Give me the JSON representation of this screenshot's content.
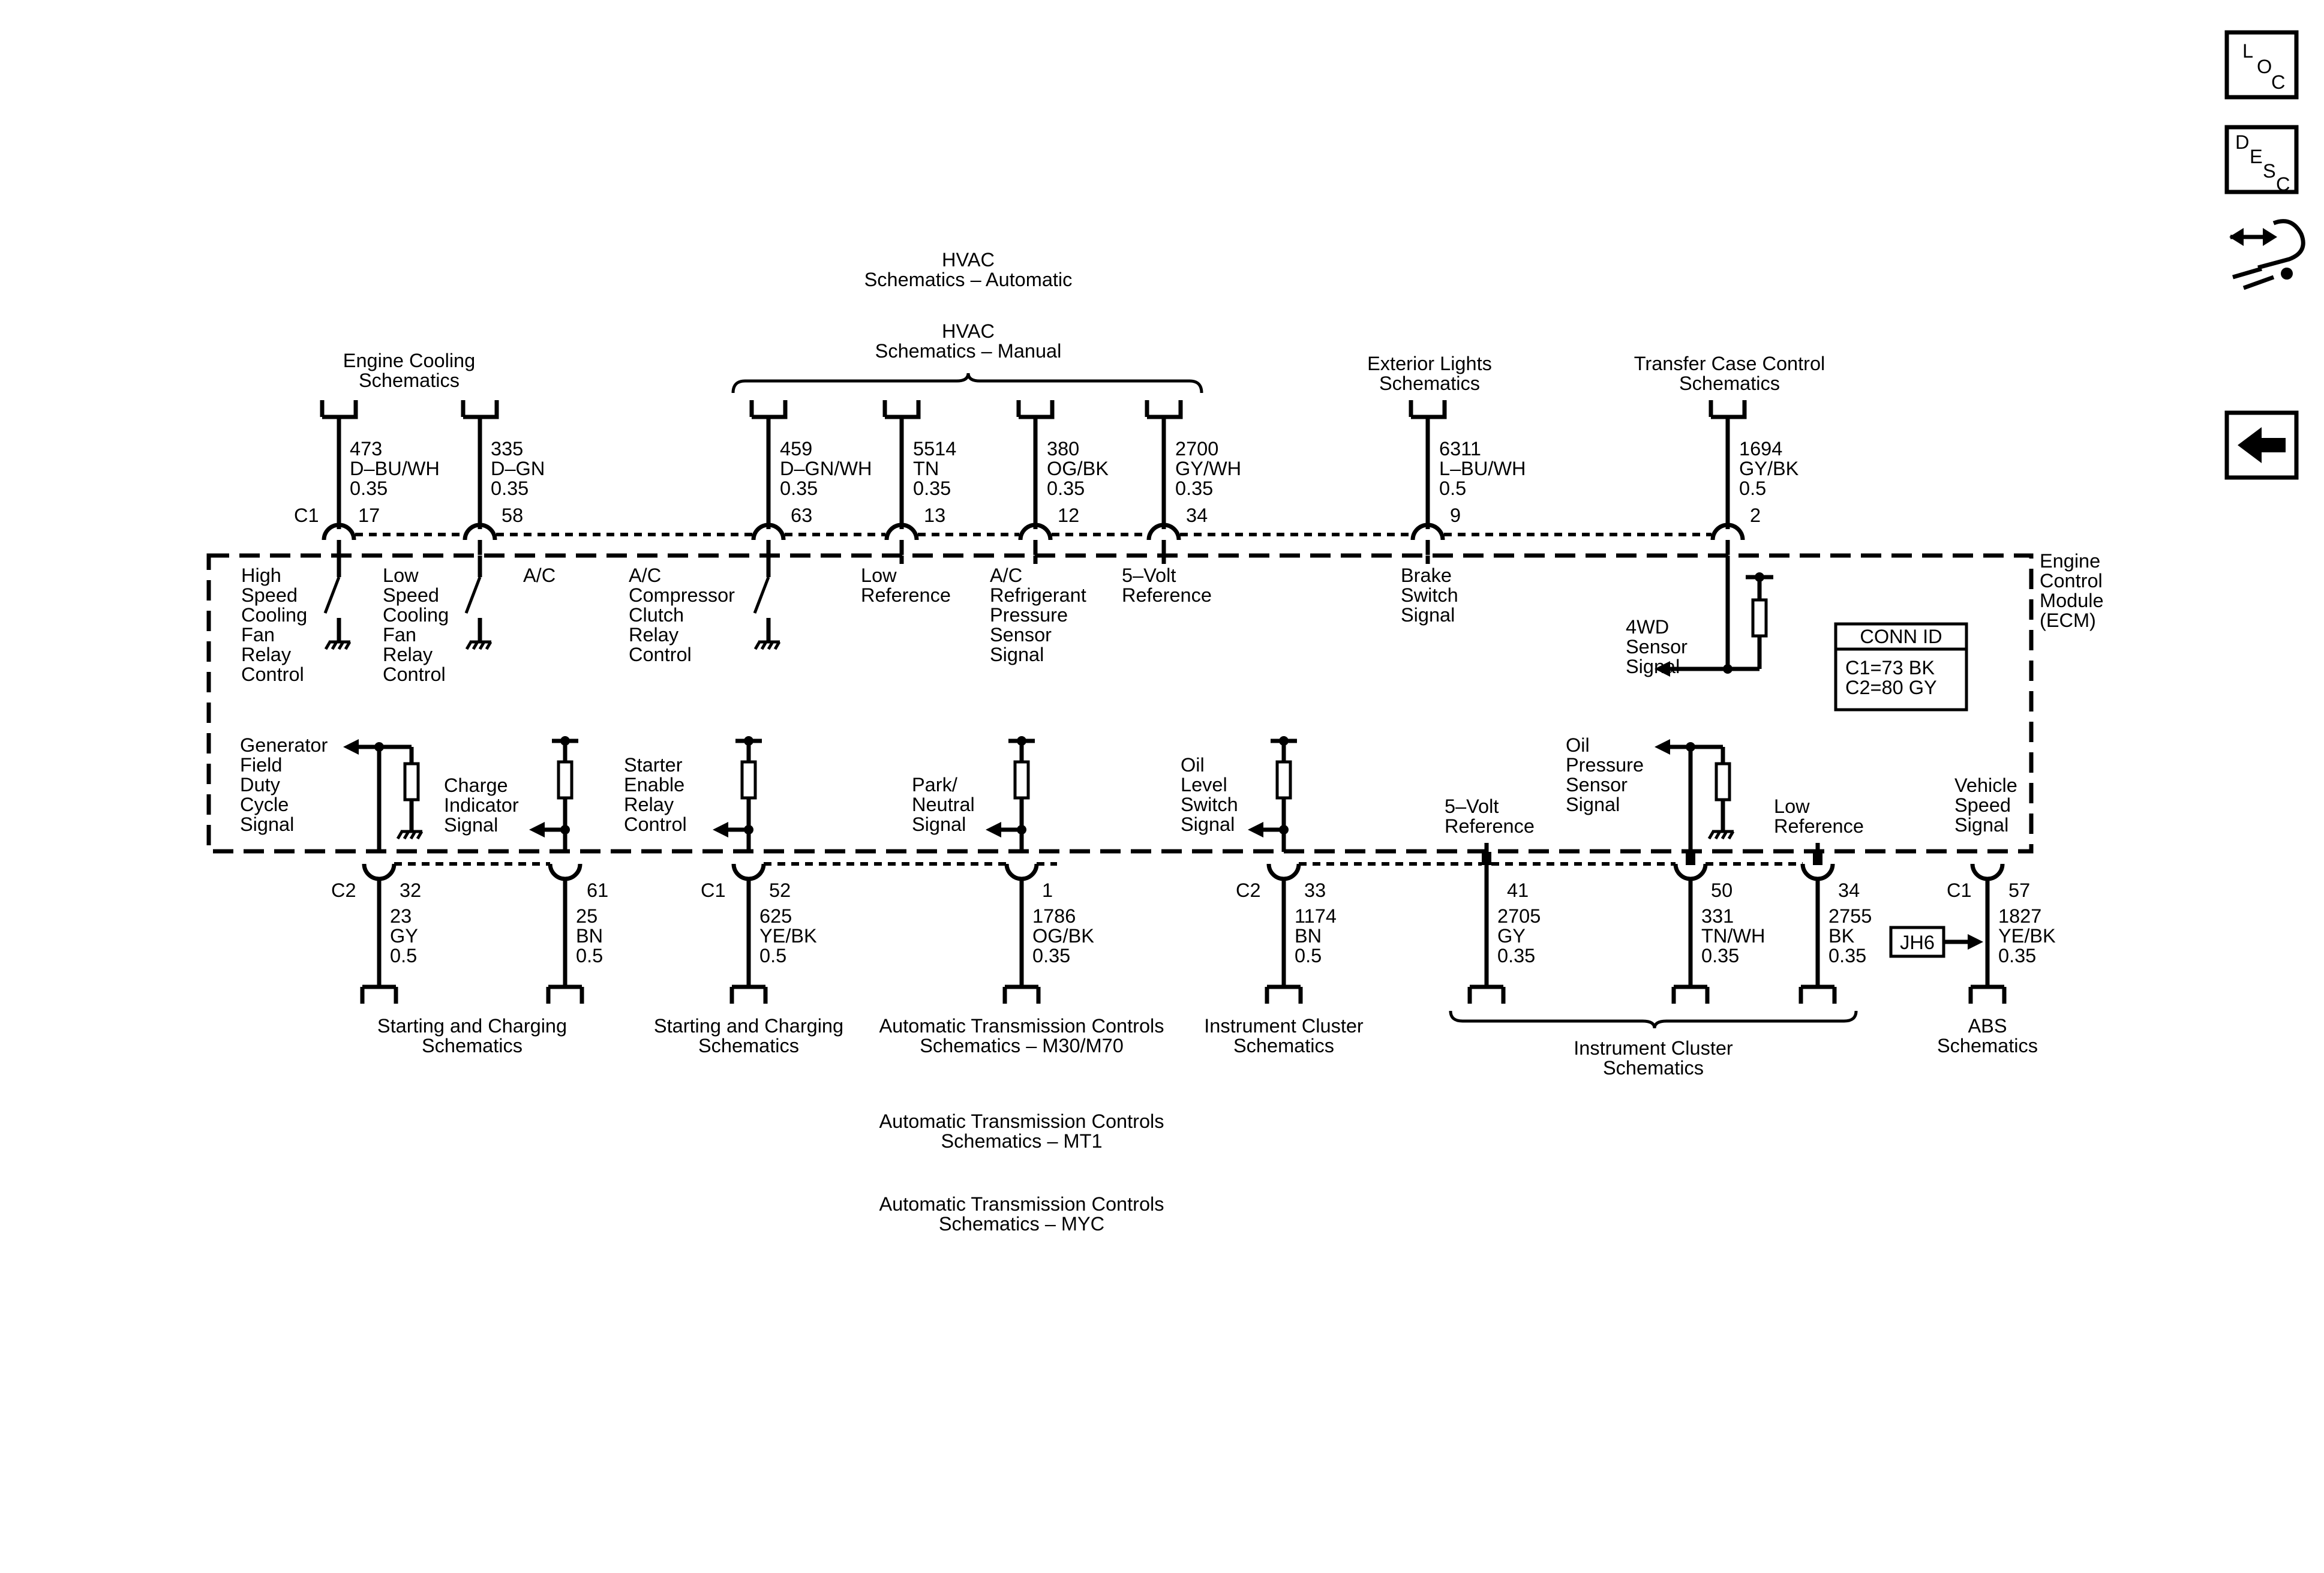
{
  "nav": {
    "loc": [
      "L",
      "O",
      "C"
    ],
    "desc": [
      "D",
      "E",
      "S",
      "C"
    ],
    "conn_icon": "connector-icon",
    "back_icon": "back-arrow-icon"
  },
  "ecm": {
    "label": [
      "Engine",
      "Control",
      "Module",
      "(ECM)"
    ],
    "conn_id": {
      "title": "CONN ID",
      "lines": [
        "C1=73 BK",
        "C2=80 GY"
      ]
    }
  },
  "top_groups": [
    {
      "id": "engine-cooling",
      "lines": [
        "Engine Cooling",
        "Schematics"
      ]
    },
    {
      "id": "hvac-auto",
      "lines": [
        "HVAC",
        "Schematics – Automatic"
      ]
    },
    {
      "id": "hvac-manual",
      "lines": [
        "HVAC",
        "Schematics – Manual"
      ]
    },
    {
      "id": "exterior-lights",
      "lines": [
        "Exterior Lights",
        "Schematics"
      ]
    },
    {
      "id": "transfer-case",
      "lines": [
        "Transfer Case Control",
        "Schematics"
      ]
    }
  ],
  "top_wires": [
    {
      "circuit": "473",
      "color": "D–BU/WH",
      "gauge": "0.35",
      "conn": "C1",
      "pin": "17"
    },
    {
      "circuit": "335",
      "color": "D–GN",
      "gauge": "0.35",
      "pin": "58"
    },
    {
      "circuit": "459",
      "color": "D–GN/WH",
      "gauge": "0.35",
      "pin": "63"
    },
    {
      "circuit": "5514",
      "color": "TN",
      "gauge": "0.35",
      "pin": "13"
    },
    {
      "circuit": "380",
      "color": "OG/BK",
      "gauge": "0.35",
      "pin": "12"
    },
    {
      "circuit": "2700",
      "color": "GY/WH",
      "gauge": "0.35",
      "pin": "34"
    },
    {
      "circuit": "6311",
      "color": "L–BU/WH",
      "gauge": "0.5",
      "pin": "9"
    },
    {
      "circuit": "1694",
      "color": "GY/BK",
      "gauge": "0.5",
      "pin": "2"
    }
  ],
  "top_signals": [
    [
      "High",
      "Speed",
      "Cooling",
      "Fan",
      "Relay",
      "Control"
    ],
    [
      "Low",
      "Speed",
      "Cooling",
      "Fan",
      "Relay",
      "Control"
    ],
    [
      "A/C"
    ],
    [
      "A/C",
      "Compressor",
      "Clutch",
      "Relay",
      "Control"
    ],
    [
      "Low",
      "Reference"
    ],
    [
      "A/C",
      "Refrigerant",
      "Pressure",
      "Sensor",
      "Signal"
    ],
    [
      "5–Volt",
      "Reference"
    ],
    [
      "Brake",
      "Switch",
      "Signal"
    ],
    [
      "4WD",
      "Sensor",
      "Signal"
    ]
  ],
  "bottom_signals": [
    [
      "Generator",
      "Field",
      "Duty",
      "Cycle",
      "Signal"
    ],
    [
      "Charge",
      "Indicator",
      "Signal"
    ],
    [
      "Starter",
      "Enable",
      "Relay",
      "Control"
    ],
    [
      "Park/",
      "Neutral",
      "Signal"
    ],
    [
      "Oil",
      "Level",
      "Switch",
      "Signal"
    ],
    [
      "5–Volt",
      "Reference"
    ],
    [
      "Oil",
      "Pressure",
      "Sensor",
      "Signal"
    ],
    [
      "Low",
      "Reference"
    ],
    [
      "Vehicle",
      "Speed",
      "Signal"
    ]
  ],
  "bottom_wires": [
    {
      "conn": "C2",
      "pin": "32",
      "circuit": "23",
      "color": "GY",
      "gauge": "0.5"
    },
    {
      "pin": "61",
      "circuit": "25",
      "color": "BN",
      "gauge": "0.5"
    },
    {
      "conn": "C1",
      "pin": "52",
      "circuit": "625",
      "color": "YE/BK",
      "gauge": "0.5"
    },
    {
      "pin": "1",
      "circuit": "1786",
      "color": "OG/BK",
      "gauge": "0.35"
    },
    {
      "conn": "C2",
      "pin": "33",
      "circuit": "1174",
      "color": "BN",
      "gauge": "0.5"
    },
    {
      "pin": "41",
      "circuit": "2705",
      "color": "GY",
      "gauge": "0.35"
    },
    {
      "pin": "50",
      "circuit": "331",
      "color": "TN/WH",
      "gauge": "0.35"
    },
    {
      "pin": "34",
      "circuit": "2755",
      "color": "BK",
      "gauge": "0.35"
    },
    {
      "conn": "C1",
      "pin": "57",
      "circuit": "1827",
      "color": "YE/BK",
      "gauge": "0.35"
    }
  ],
  "splice": "JH6",
  "bottom_groups": [
    {
      "id": "starting-charging-1",
      "lines": [
        "Starting and Charging",
        "Schematics"
      ]
    },
    {
      "id": "starting-charging-2",
      "lines": [
        "Starting and Charging",
        "Schematics"
      ]
    },
    {
      "id": "auto-trans-m30",
      "lines": [
        "Automatic Transmission Controls",
        "Schematics – M30/M70"
      ]
    },
    {
      "id": "instrument-cluster-1",
      "lines": [
        "Instrument Cluster",
        "Schematics"
      ]
    },
    {
      "id": "instrument-cluster-2",
      "lines": [
        "Instrument Cluster",
        "Schematics"
      ]
    },
    {
      "id": "abs",
      "lines": [
        "ABS",
        "Schematics"
      ]
    },
    {
      "id": "auto-trans-mt1",
      "lines": [
        "Automatic Transmission Controls",
        "Schematics – MT1"
      ]
    },
    {
      "id": "auto-trans-myc",
      "lines": [
        "Automatic Transmission Controls",
        "Schematics – MYC"
      ]
    }
  ]
}
